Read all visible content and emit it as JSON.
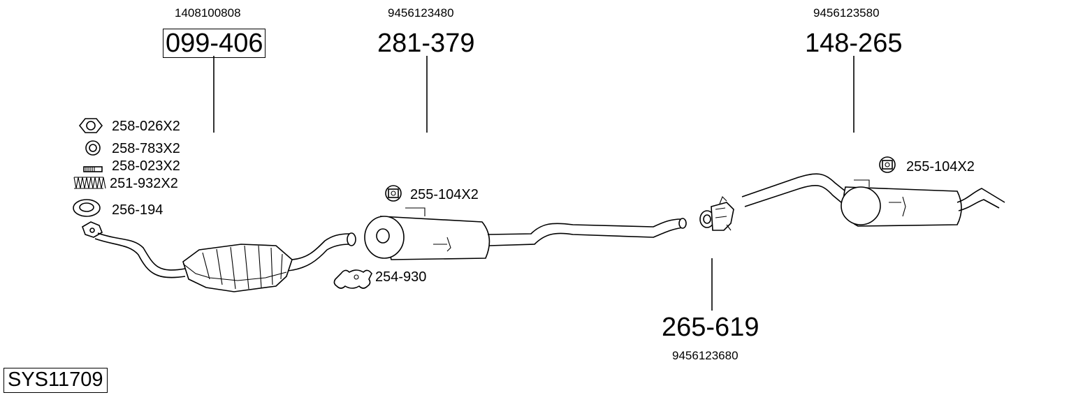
{
  "parts": {
    "catalytic": {
      "oem": "1408100808",
      "number": "099-406"
    },
    "center_muffler": {
      "oem": "9456123480",
      "number": "281-379"
    },
    "rear_muffler": {
      "oem": "9456123580",
      "number": "148-265"
    },
    "connector": {
      "oem": "9456123680",
      "number": "265-619"
    }
  },
  "hardware": {
    "nut": "258-026X2",
    "washer": "258-783X2",
    "bolt": "258-023X2",
    "spring": "251-932X2",
    "gasket": "256-194",
    "hanger_center": "255-104X2",
    "clamp": "254-930",
    "hanger_rear": "255-104X2"
  },
  "system_id": "SYS11709"
}
